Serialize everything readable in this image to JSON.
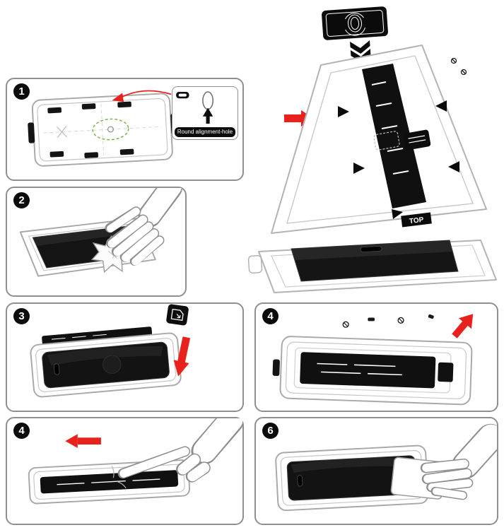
{
  "title": "screen-protector-installation-guide",
  "colors": {
    "accent_red": "#e8211d",
    "line_art": "#a8a8a8",
    "ink": "#0b0b0b",
    "panel_border": "#8f8f8f",
    "highlight_green": "#79b24a"
  },
  "hero": {
    "film_top_label": "TOP"
  },
  "panels": [
    {
      "id": "step-1",
      "number": "1",
      "callout": {
        "label": "Round alignment-hole"
      }
    },
    {
      "id": "step-2",
      "number": "2"
    },
    {
      "id": "step-3",
      "number": "3"
    },
    {
      "id": "step-4-tray-top-view",
      "number": "4"
    },
    {
      "id": "step-4-press-center",
      "number": "4"
    },
    {
      "id": "step-6",
      "number": "6"
    }
  ],
  "icons": {
    "fingerprint-icon": "concentric-arcs-on-black-card",
    "round-hole-icon": "vertical-oval-with-up-arrow",
    "pull-tab-icon": "black-square-with-white-card-arrow",
    "red-arrow-icon": "solid-red-direction-arrow"
  }
}
